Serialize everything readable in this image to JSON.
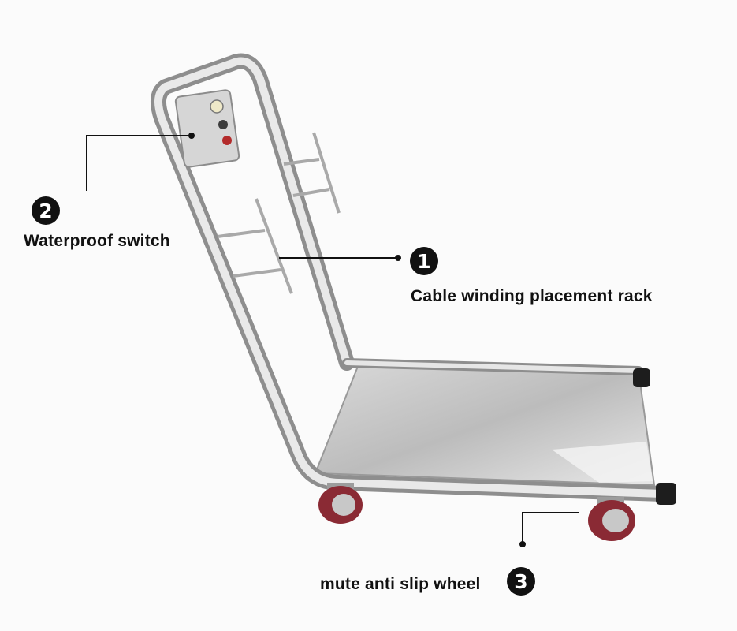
{
  "callouts": [
    {
      "number": "1",
      "label": "Cable winding placement rack"
    },
    {
      "number": "2",
      "label": "Waterproof switch"
    },
    {
      "number": "3",
      "label": "mute anti slip wheel"
    }
  ],
  "colors": {
    "steel_light": "#e6e6e6",
    "steel_dark": "#8f8f8f",
    "wheel_red": "#8a2a34",
    "callout_black": "#111111"
  }
}
